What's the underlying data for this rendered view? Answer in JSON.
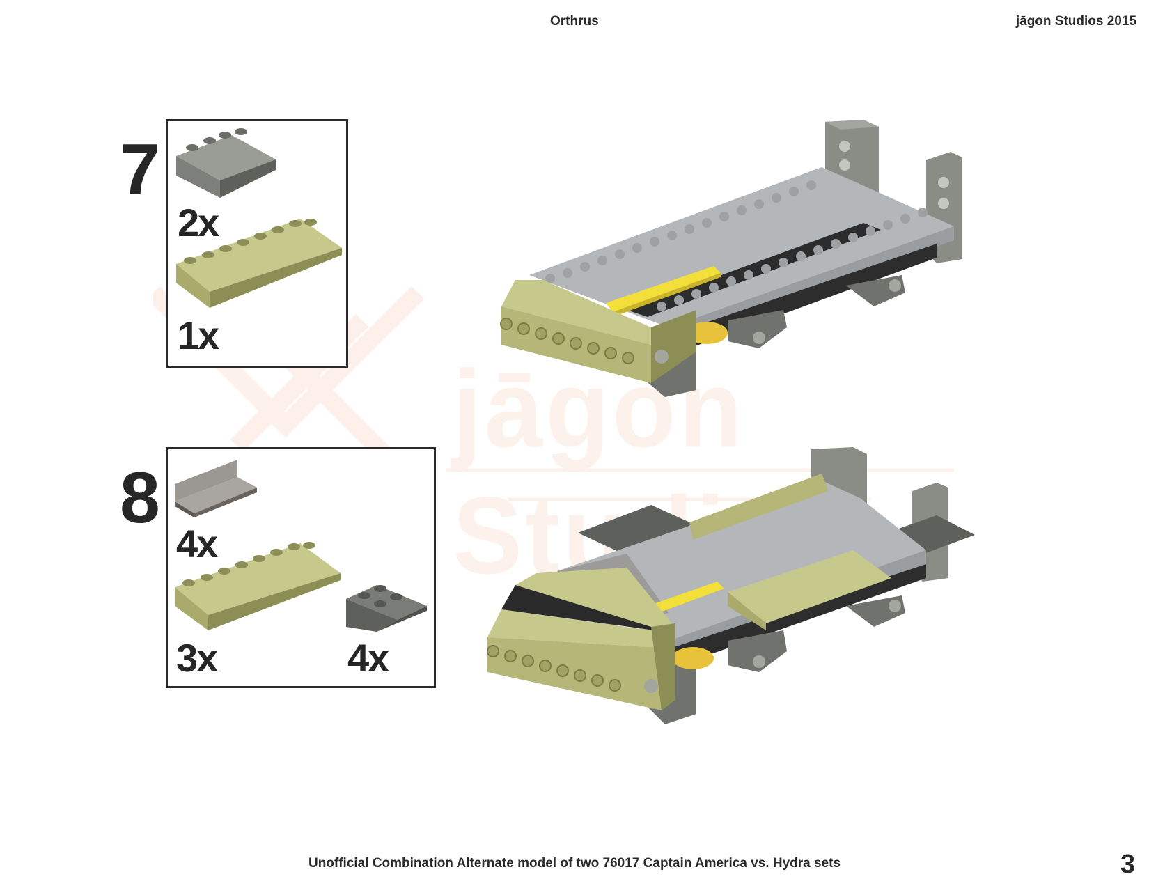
{
  "header": {
    "title": "Orthrus",
    "studio": "jāgon Studios 2015"
  },
  "watermark": {
    "text": "jāgon Studios"
  },
  "steps": [
    {
      "number": "7",
      "parts": [
        {
          "qty": "2x",
          "color": "#7d807a",
          "icon": "slope-brick-2x4-dark-gray"
        },
        {
          "qty": "1x",
          "color": "#b5b678",
          "icon": "slope-brick-2x8-tan"
        }
      ]
    },
    {
      "number": "8",
      "parts": [
        {
          "qty": "4x",
          "color": "#8a8580",
          "icon": "panel-1x4-trans-black"
        },
        {
          "qty": "3x",
          "color": "#b5b678",
          "icon": "slope-brick-2x8-tan"
        },
        {
          "qty": "4x",
          "color": "#6a6c68",
          "icon": "inverted-slope-2x2-dark-gray"
        }
      ]
    }
  ],
  "footer": {
    "caption": "Unofficial Combination Alternate model of two 76017 Captain America vs. Hydra sets",
    "page": "3"
  },
  "colors": {
    "tan": "#b5b678",
    "dark_gray": "#6f726d",
    "light_gray": "#b4b7ba",
    "yellow": "#f2df3a",
    "black": "#2a2a2a"
  }
}
